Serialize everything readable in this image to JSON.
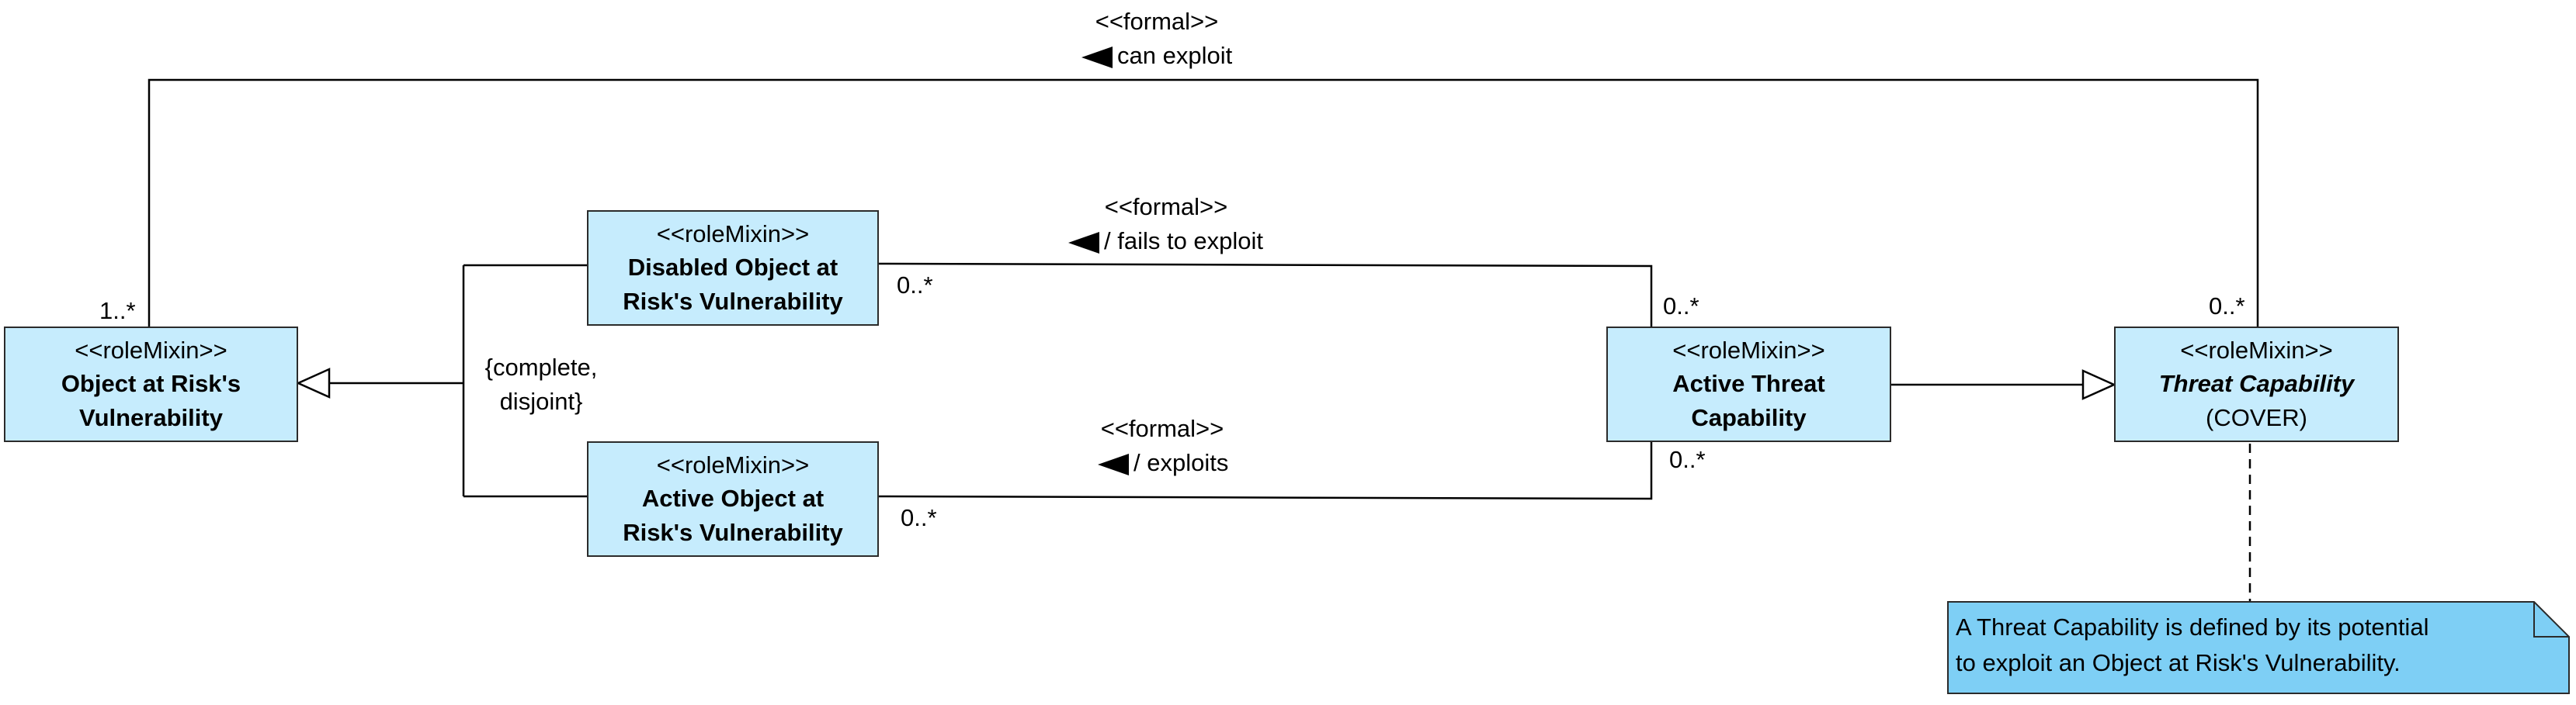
{
  "classes": {
    "object_at_risk": {
      "stereotype": "<<roleMixin>>",
      "name_line1": "Object at Risk's",
      "name_line2": "Vulnerability"
    },
    "disabled_object": {
      "stereotype": "<<roleMixin>>",
      "name_line1": "Disabled Object at",
      "name_line2": "Risk's Vulnerability"
    },
    "active_object": {
      "stereotype": "<<roleMixin>>",
      "name_line1": "Active Object at",
      "name_line2": "Risk's Vulnerability"
    },
    "active_threat": {
      "stereotype": "<<roleMixin>>",
      "name_line1": "Active Threat",
      "name_line2": "Capability"
    },
    "threat_capability": {
      "stereotype": "<<roleMixin>>",
      "name": "Threat Capability",
      "subtitle": "(COVER)"
    }
  },
  "associations": {
    "can_exploit": {
      "stereotype": "<<formal>>",
      "label": "can exploit",
      "source_multiplicity": "1..*",
      "target_multiplicity": "0..*"
    },
    "fails_to_exploit": {
      "stereotype": "<<formal>>",
      "label": "/ fails to exploit",
      "source_multiplicity": "0..*",
      "target_multiplicity": "0..*"
    },
    "exploits": {
      "stereotype": "<<formal>>",
      "label": "/ exploits",
      "source_multiplicity": "0..*",
      "target_multiplicity": "0..*"
    }
  },
  "generalization_set": {
    "constraint_line1": "{complete,",
    "constraint_line2": "disjoint}"
  },
  "note": {
    "line1": "A Threat Capability is defined by its potential",
    "line2": "to exploit an Object at Risk's Vulnerability."
  },
  "colors": {
    "class_fill": "#c6ecfd",
    "note_fill": "#7ecff5",
    "line": "#000000"
  }
}
